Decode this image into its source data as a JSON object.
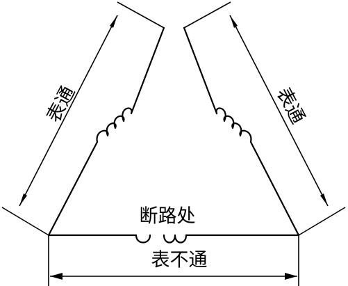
{
  "labels": {
    "left_side": "表通",
    "right_side": "表通",
    "break_point": "断路处",
    "bottom_side": "表不通"
  }
}
